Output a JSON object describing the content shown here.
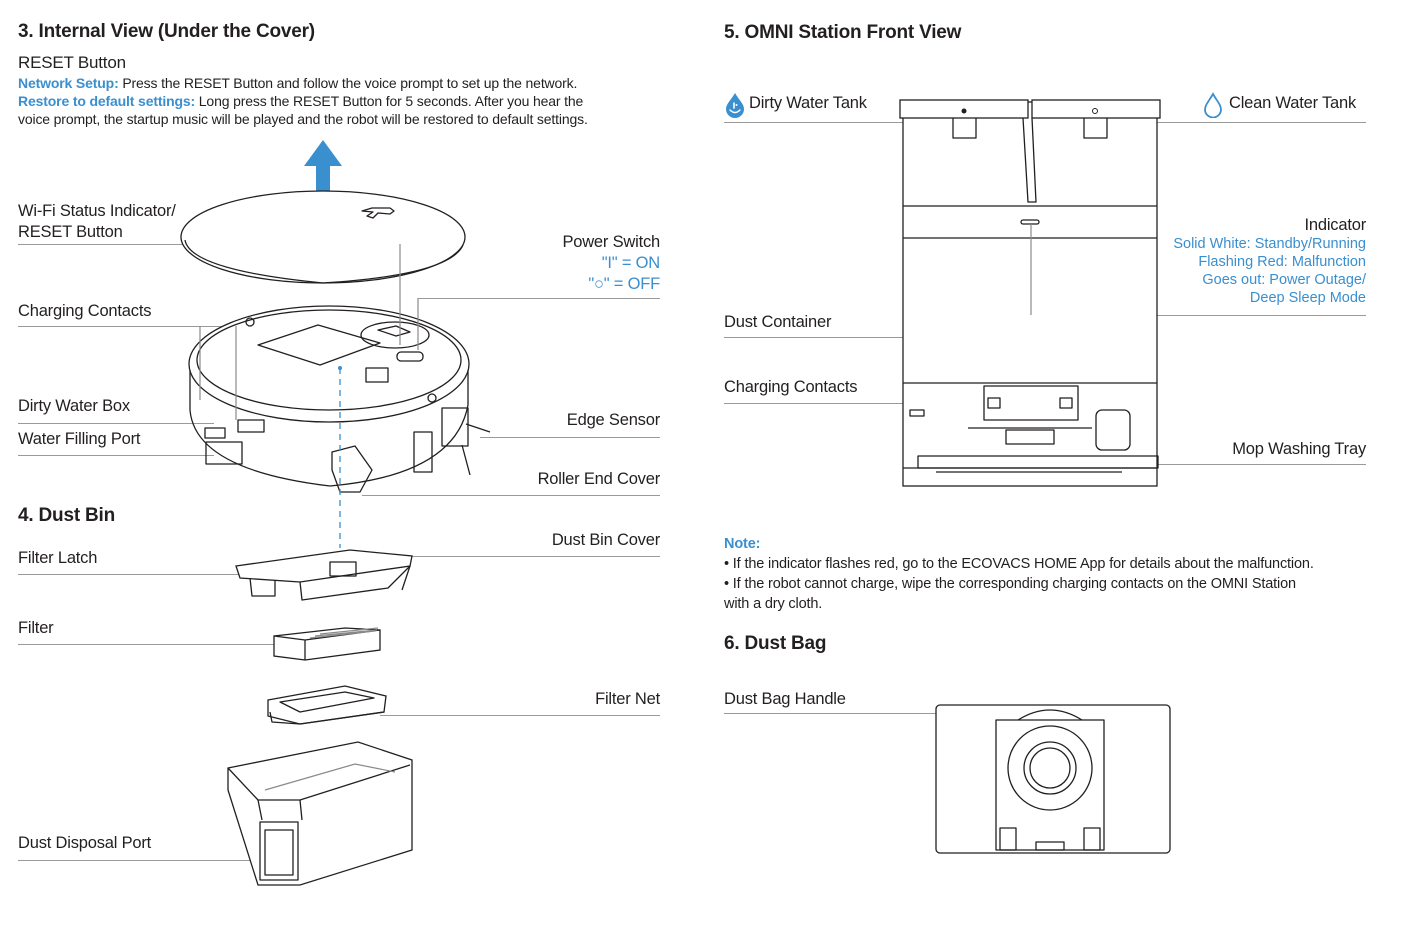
{
  "colors": {
    "accent": "#3a8fcf",
    "text": "#231f20",
    "leader": "#9a9a9a"
  },
  "section3": {
    "title": "3. Internal View (Under the Cover)",
    "reset_heading": "RESET Button",
    "network_setup_label": "Network Setup:",
    "network_setup_text": "Press the RESET Button and follow the voice prompt to set up the network.",
    "restore_label": "Restore to default settings:",
    "restore_text_1": "Long press the RESET Button for 5 seconds. After you hear the",
    "restore_text_2": "voice prompt, the startup music will be played and the robot will be restored to default settings.",
    "callouts": {
      "wifi_line1": "Wi-Fi Status Indicator/",
      "wifi_line2": "RESET Button",
      "charging_contacts": "Charging Contacts",
      "dirty_water_box": "Dirty Water Box",
      "water_filling_port": "Water Filling Port",
      "power_switch": "Power Switch",
      "power_on": "\"I\" = ON",
      "power_off": "\"○\" = OFF",
      "edge_sensor": "Edge Sensor",
      "roller_end_cover": "Roller End Cover"
    },
    "icons": {
      "lift_arrow": "arrow-up-icon"
    }
  },
  "section4": {
    "title": "4. Dust Bin",
    "callouts": {
      "filter_latch": "Filter Latch",
      "dust_bin_cover": "Dust Bin Cover",
      "filter": "Filter",
      "filter_net": "Filter Net",
      "dust_disposal_port": "Dust Disposal Port"
    }
  },
  "section5": {
    "title": "5. OMNI Station Front View",
    "callouts": {
      "dirty_water_tank": "Dirty Water Tank",
      "clean_water_tank": "Clean Water Tank",
      "indicator": "Indicator",
      "indicator_states": [
        "Solid White: Standby/Running",
        "Flashing Red: Malfunction",
        "Goes out: Power Outage/",
        "Deep Sleep Mode"
      ],
      "dust_container": "Dust Container",
      "charging_contacts": "Charging Contacts",
      "mop_washing_tray": "Mop Washing Tray"
    },
    "icons": {
      "dirty_water": "dirty-water-drop-icon",
      "clean_water": "clean-water-drop-icon"
    }
  },
  "note": {
    "label": "Note:",
    "bullets": [
      "• If the indicator flashes red, go to the ECOVACS HOME App for details about the malfunction.",
      "• If the robot cannot charge, wipe the corresponding charging contacts on the OMNI Station",
      "with a dry cloth."
    ]
  },
  "section6": {
    "title": "6. Dust Bag",
    "callouts": {
      "dust_bag_handle": "Dust Bag Handle"
    }
  }
}
